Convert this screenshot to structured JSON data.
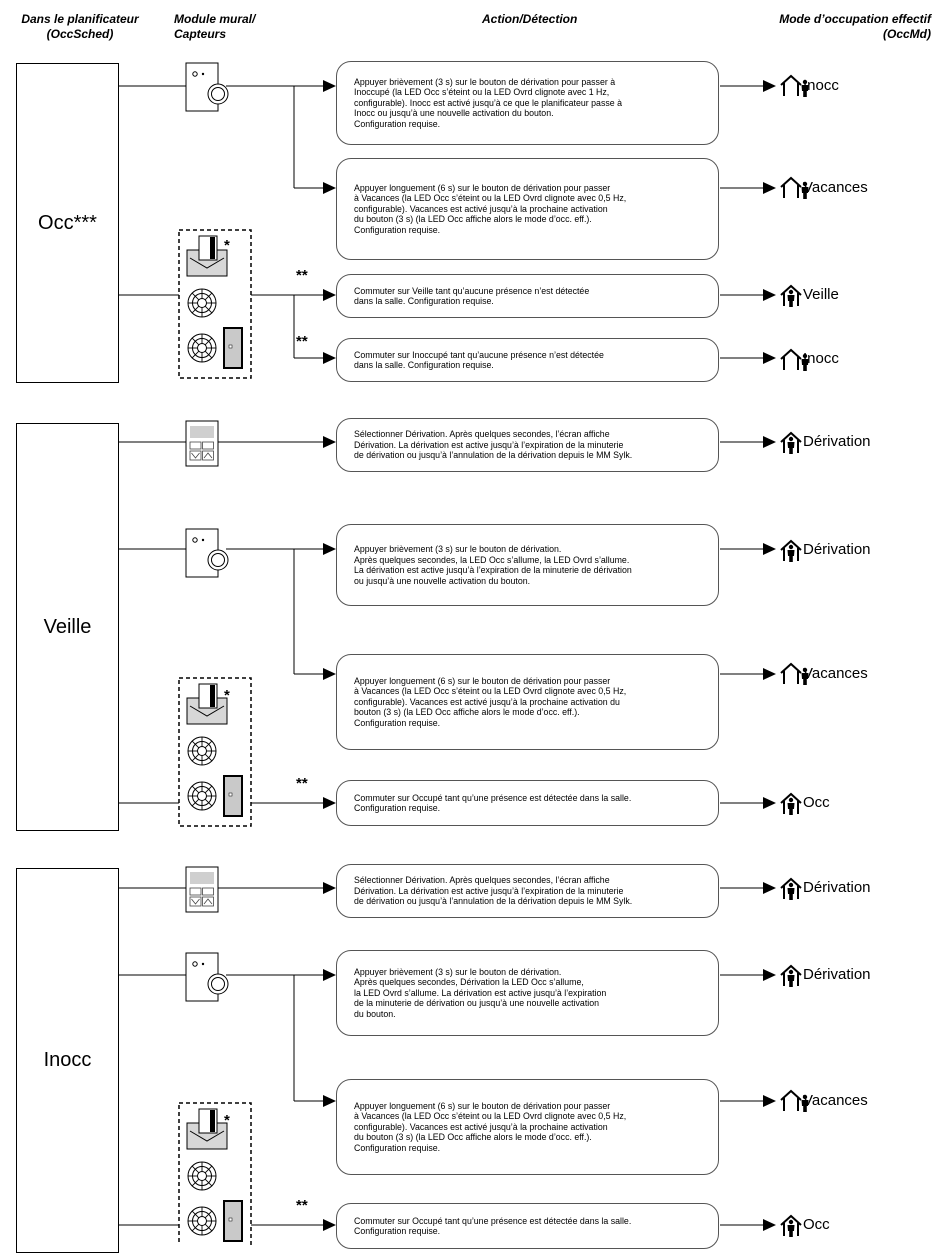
{
  "headers": {
    "col1": [
      "Dans le planificateur",
      "(OccSched)"
    ],
    "col2": [
      "Module mural/",
      "Capteurs"
    ],
    "col3": [
      "Action/Détection"
    ],
    "col4": [
      "Mode d’occupation effectif",
      "(OccMd)"
    ]
  },
  "stars": {
    "single": "*",
    "double": "**"
  },
  "sections": [
    {
      "state": "Occ***",
      "actions": [
        {
          "text": "Appuyer brièvement (3 s) sur le bouton de dérivation pour passer à\nInoccupé (la LED Occ s’éteint ou la LED Ovrd clignote avec 1 Hz,\nconfigurable). Inocc est activé jusqu’à ce que le planificateur passe à\nInocc ou jusqu’à une nouvelle activation du bouton.\nConfiguration requise.",
          "result": "Inocc",
          "icon": "house-person-outside-icon"
        },
        {
          "text": "Appuyer longuement (6 s) sur le bouton de dérivation pour passer\nà Vacances (la LED Occ s’éteint ou la LED Ovrd clignote avec 0,5 Hz,\nconfigurable). Vacances est activé jusqu’à la prochaine activation\ndu bouton (3 s) (la LED Occ affiche alors le mode d’occ. eff.).\nConfiguration requise.",
          "result": "Vacances",
          "icon": "house-person-outside-icon"
        },
        {
          "text": "Commuter sur Veille tant qu’aucune présence n’est détectée\ndans la salle. Configuration requise.",
          "result": "Veille",
          "icon": "house-person-inside-icon"
        },
        {
          "text": "Commuter sur Inoccupé tant qu’aucune présence n’est détectée\ndans la salle. Configuration requise.",
          "result": "Inocc",
          "icon": "house-person-outside-icon"
        }
      ]
    },
    {
      "state": "Veille",
      "actions": [
        {
          "text": "Sélectionner Dérivation. Après quelques secondes, l’écran affiche\nDérivation. La dérivation est active jusqu’à l’expiration de la minuterie\nde dérivation ou jusqu’à l’annulation de la dérivation depuis le MM Sylk.",
          "result": "Dérivation",
          "icon": "house-person-inside-icon"
        },
        {
          "text": "Appuyer brièvement (3 s) sur le bouton de dérivation.\nAprès quelques secondes, la LED Occ s’allume, la LED Ovrd s’allume.\nLa dérivation est active jusqu’à l’expiration de la minuterie de dérivation\nou jusqu’à une nouvelle activation du bouton.",
          "result": "Dérivation",
          "icon": "house-person-inside-icon"
        },
        {
          "text": "Appuyer longuement (6 s) sur le bouton de dérivation pour passer\nà Vacances (la LED Occ s’éteint ou la LED Ovrd clignote avec 0,5 Hz,\nconfigurable). Vacances est activé jusqu’à la prochaine activation du\nbouton (3 s) (la LED Occ affiche alors le mode d’occ. eff.).\nConfiguration requise.",
          "result": "Vacances",
          "icon": "house-person-outside-icon"
        },
        {
          "text": "Commuter sur Occupé tant qu’une présence est détectée dans la salle.\nConfiguration requise.",
          "result": "Occ",
          "icon": "house-person-inside-icon"
        }
      ]
    },
    {
      "state": "Inocc",
      "actions": [
        {
          "text": "Sélectionner Dérivation. Après quelques secondes, l’écran affiche\nDérivation. La dérivation est active jusqu’à l’expiration de la minuterie\nde dérivation ou jusqu’à l’annulation de la dérivation depuis le MM Sylk.",
          "result": "Dérivation",
          "icon": "house-person-inside-icon"
        },
        {
          "text": "Appuyer brièvement (3 s) sur le bouton de dérivation.\nAprès quelques secondes, Dérivation la LED Occ s’allume,\nla LED Ovrd s’allume. La dérivation est active jusqu’à l’expiration\nde la minuterie de dérivation ou jusqu’à une nouvelle activation\ndu bouton.",
          "result": "Dérivation",
          "icon": "house-person-inside-icon"
        },
        {
          "text": "Appuyer longuement (6 s) sur le bouton de dérivation pour passer\nà Vacances  (la LED Occ s’éteint ou la LED Ovrd clignote avec 0,5 Hz,\nconfigurable). Vacances est activé jusqu’à la prochaine activation\ndu bouton (3 s) (la LED Occ affiche alors le mode d’occ. eff.).\nConfiguration requise.",
          "result": "Vacances",
          "icon": "house-person-outside-icon"
        },
        {
          "text": "Commuter sur Occupé tant qu’une présence est détectée dans la salle.\nConfiguration requise.",
          "result": "Occ",
          "icon": "house-person-inside-icon"
        }
      ]
    }
  ]
}
